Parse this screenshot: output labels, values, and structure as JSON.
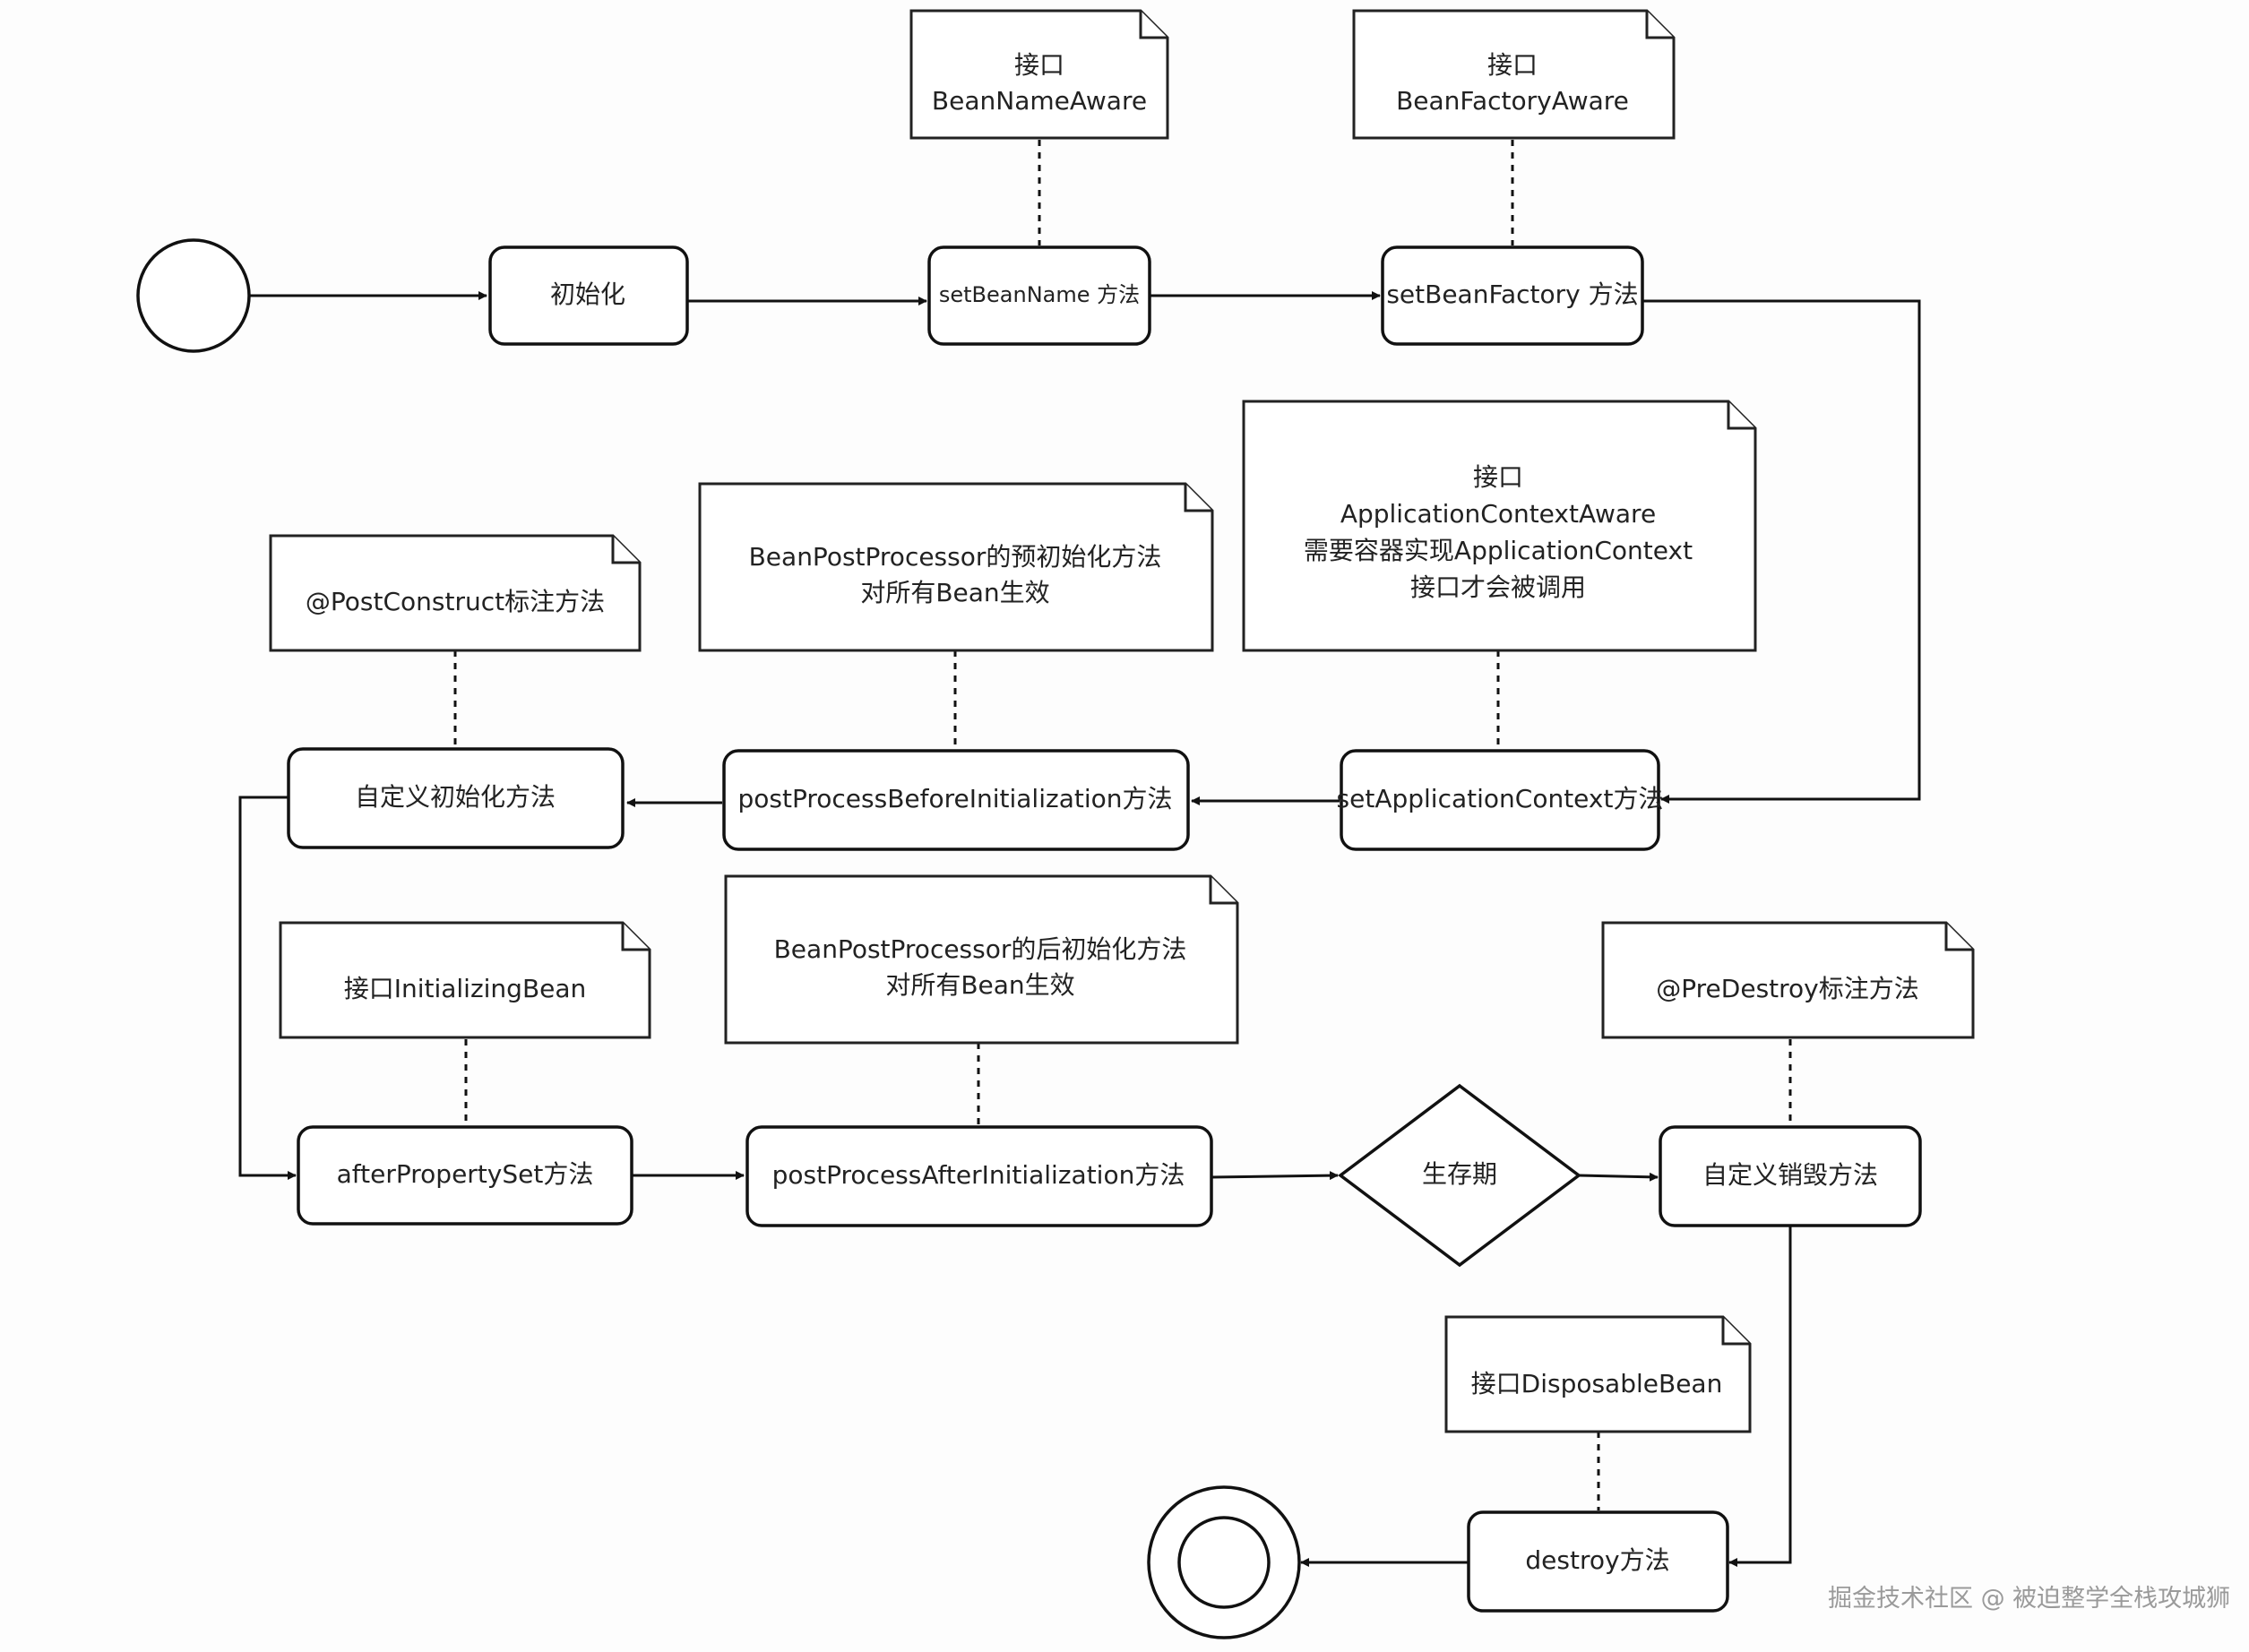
{
  "nodes": {
    "init": "初始化",
    "set_bean_name": "setBeanName 方法",
    "set_bean_factory": "setBeanFactory 方法",
    "set_application_context": "setApplicationContext方法",
    "post_process_before": "postProcessBeforeInitialization方法",
    "custom_init": "自定义初始化方法",
    "after_property_set": "afterPropertySet方法",
    "post_process_after": "postProcessAfterInitialization方法",
    "lifetime": "生存期",
    "custom_destroy": "自定义销毁方法",
    "destroy": "destroy方法"
  },
  "notes": {
    "bean_name_aware": [
      "接口",
      "BeanNameAware"
    ],
    "bean_factory_aware": [
      "接口",
      "BeanFactoryAware"
    ],
    "application_context_aware": [
      "接口",
      "ApplicationContextAware",
      "需要容器实现ApplicationContext",
      "接口才会被调用"
    ],
    "bpp_before": [
      "BeanPostProcessor的预初始化方法",
      "对所有Bean生效"
    ],
    "post_construct": [
      "@PostConstruct标注方法"
    ],
    "initializing_bean": [
      "接口InitializingBean"
    ],
    "bpp_after": [
      "BeanPostProcessor的后初始化方法",
      "对所有Bean生效"
    ],
    "pre_destroy": [
      "@PreDestroy标注方法"
    ],
    "disposable_bean": [
      "接口DisposableBean"
    ]
  },
  "watermark": "掘金技术社区 @ 被迫整学全栈攻城狮"
}
